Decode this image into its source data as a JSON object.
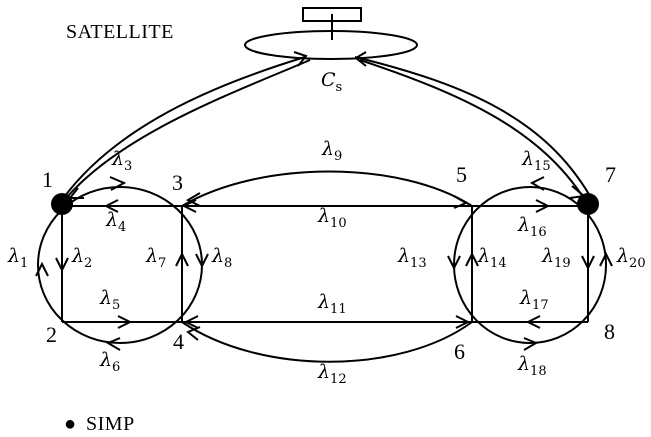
{
  "satellite_label": "SATELLITE",
  "satellite_node": {
    "symbol": "C",
    "subscript": "s"
  },
  "nodes": [
    {
      "id": "1",
      "simp": true
    },
    {
      "id": "2",
      "simp": false
    },
    {
      "id": "3",
      "simp": false
    },
    {
      "id": "4",
      "simp": false
    },
    {
      "id": "5",
      "simp": false
    },
    {
      "id": "6",
      "simp": false
    },
    {
      "id": "7",
      "simp": true
    },
    {
      "id": "8",
      "simp": false
    }
  ],
  "links": [
    {
      "symbol": "λ",
      "index": "1"
    },
    {
      "symbol": "λ",
      "index": "2"
    },
    {
      "symbol": "λ",
      "index": "3"
    },
    {
      "symbol": "λ",
      "index": "4"
    },
    {
      "symbol": "λ",
      "index": "5"
    },
    {
      "symbol": "λ",
      "index": "6"
    },
    {
      "symbol": "λ",
      "index": "7"
    },
    {
      "symbol": "λ",
      "index": "8"
    },
    {
      "symbol": "λ",
      "index": "9"
    },
    {
      "symbol": "λ",
      "index": "10"
    },
    {
      "symbol": "λ",
      "index": "11"
    },
    {
      "symbol": "λ",
      "index": "12"
    },
    {
      "symbol": "λ",
      "index": "13"
    },
    {
      "symbol": "λ",
      "index": "14"
    },
    {
      "symbol": "λ",
      "index": "15"
    },
    {
      "symbol": "λ",
      "index": "16"
    },
    {
      "symbol": "λ",
      "index": "17"
    },
    {
      "symbol": "λ",
      "index": "18"
    },
    {
      "symbol": "λ",
      "index": "19"
    },
    {
      "symbol": "λ",
      "index": "20"
    }
  ],
  "legend": {
    "symbol": "●",
    "label": "SIMP"
  }
}
